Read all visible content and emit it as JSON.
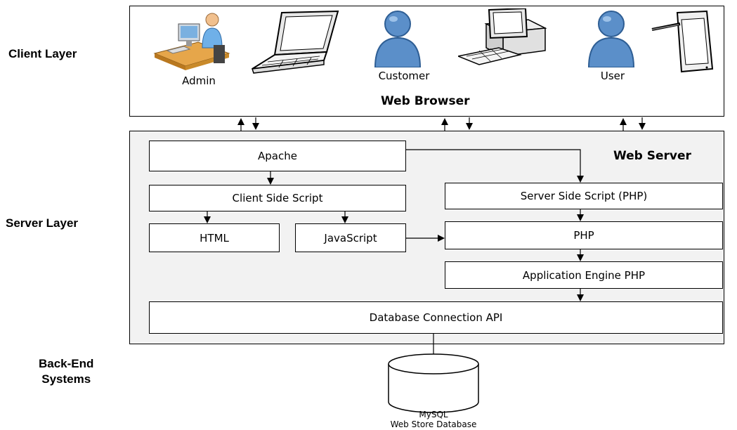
{
  "layers": {
    "client": "Client Layer",
    "server": "Server Layer",
    "backend_line1": "Back-End",
    "backend_line2": "Systems"
  },
  "client_panel": {
    "title": "Web Browser",
    "devices": {
      "admin": "Admin",
      "customer": "Customer",
      "user": "User"
    },
    "icons": [
      "admin-workstation-icon",
      "laptop-icon",
      "customer-person-icon",
      "desktop-computer-icon",
      "user-person-icon",
      "tablet-pen-icon"
    ]
  },
  "server_panel": {
    "title": "Web Server",
    "boxes": {
      "apache": "Apache",
      "client_side_script": "Client Side Script",
      "html": "HTML",
      "javascript": "JavaScript",
      "server_side_script": "Server Side Script (PHP)",
      "php": "PHP",
      "application_engine": "Application Engine PHP",
      "db_connection_api": "Database Connection API"
    }
  },
  "database": {
    "name": "MySQL",
    "description": "Web Store Database"
  },
  "colors": {
    "server_panel_bg": "#f2f2f2",
    "person_blue": "#5b8fc9",
    "border": "#000000"
  }
}
